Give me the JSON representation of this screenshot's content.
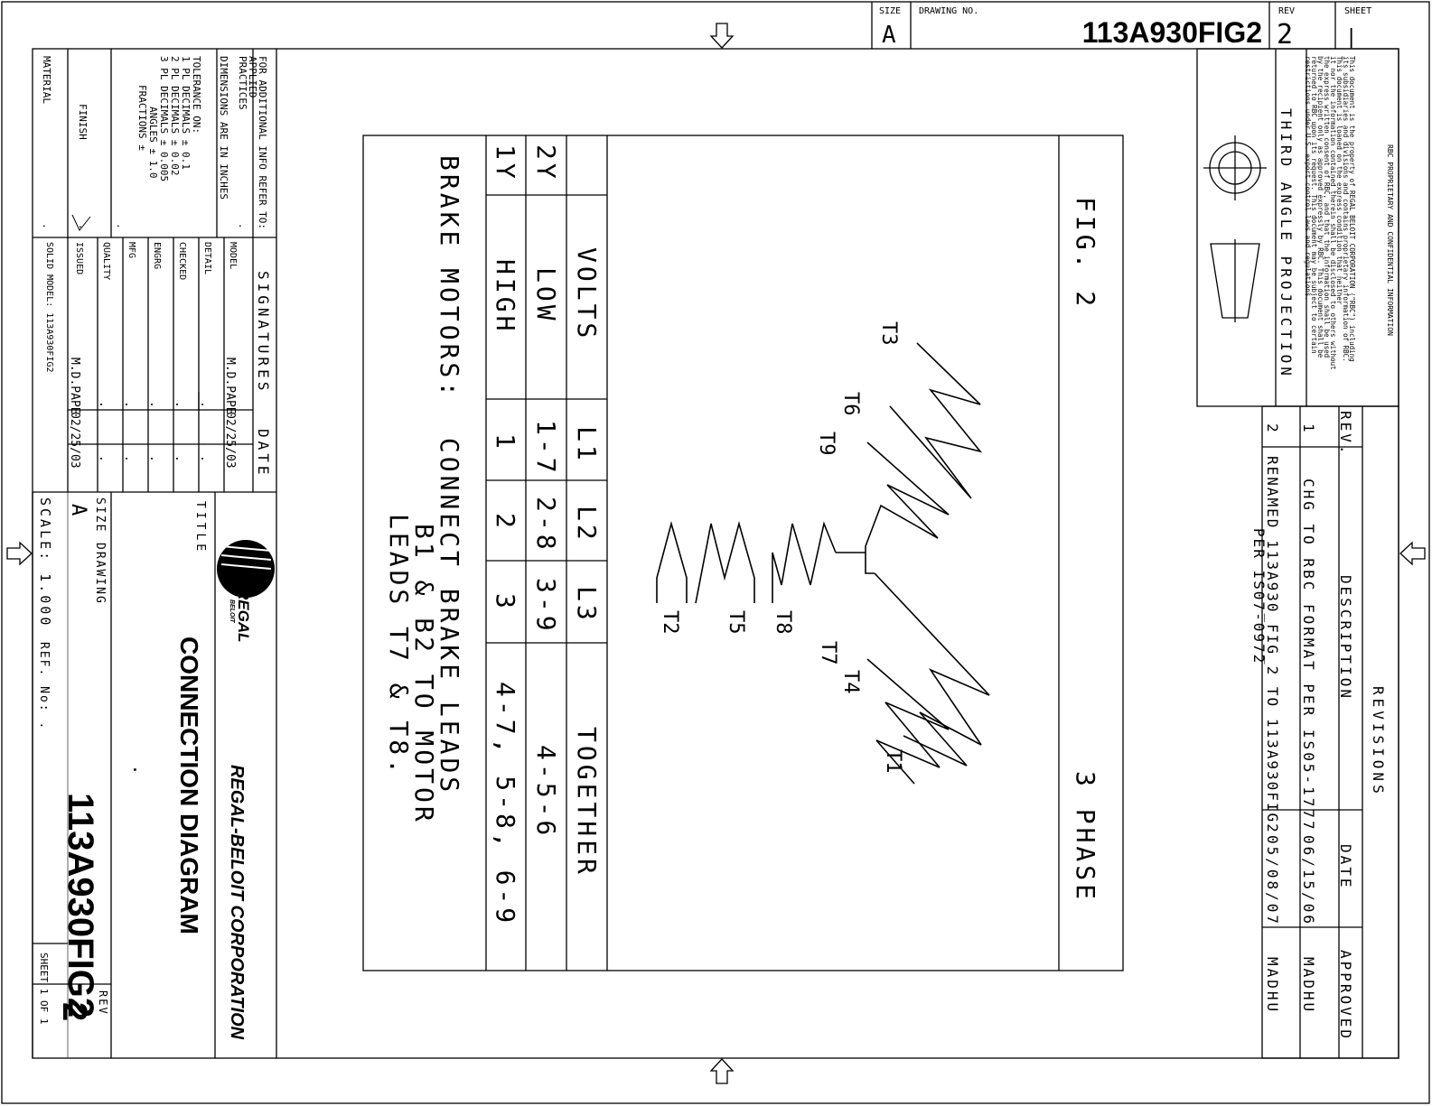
{
  "header": {
    "size_label": "SIZE",
    "size_value": "A",
    "drawing_no_label": "DRAWING NO.",
    "drawing_no": "113A930FIG2",
    "rev_label": "REV",
    "rev_value": "2",
    "sheet_label": "SHEET",
    "sheet_value": "|"
  },
  "proprietary": {
    "title": "RBC PROPRIETARY AND CONFIDENTIAL INFORMATION",
    "lines": [
      "This document is the property of REGAL BELOIT CORPORATION (\"RBC\") including",
      "its subsidiaries and divisions and contains proprietary information of RBC.",
      "This document is loaned on the express condition that neither",
      "it nor the information contained therein shall be disclosed to others without",
      "the express written consent of RBC, and that the information shall be used",
      "by the recipient only as approved expressly by RBC. This document shall be",
      "returned to RBC upon its request. This document may be subject to certain",
      "restrictions under U.S. export control laws and regulations."
    ],
    "projection": "THIRD ANGLE PROJECTION"
  },
  "revisions": {
    "title": "REVISIONS",
    "headers": [
      "REV.",
      "DESCRIPTION",
      "DATE",
      "APPROVED"
    ],
    "rows": [
      {
        "rev": "1",
        "desc": [
          "CHG TO RBC FORMAT PER IS05-1777"
        ],
        "date": "06/15/06",
        "approved": "MADHU"
      },
      {
        "rev": "2",
        "desc": [
          "RENAMED 113A930_FIG_2 TO 113A930FIG2",
          "PER IS07-0972"
        ],
        "date": "05/08/07",
        "approved": "MADHU"
      }
    ]
  },
  "diagram": {
    "fig_label": "FIG. 2",
    "phase_label": "3 PHASE",
    "terminals": [
      "T3",
      "T6",
      "T9",
      "T8",
      "T5",
      "T2",
      "T7",
      "T4",
      "T1"
    ]
  },
  "volts_table": {
    "headers": [
      "VOLTS",
      "L1",
      "L2",
      "L3",
      "TOGETHER"
    ],
    "rows": [
      {
        "code": "2Y",
        "volts": "LOW",
        "l1": "1-7",
        "l2": "2-8",
        "l3": "3-9",
        "together": "4-5-6"
      },
      {
        "code": "1Y",
        "volts": "HIGH",
        "l1": "1",
        "l2": "2",
        "l3": "3",
        "together": "4-7, 5-8, 6-9"
      }
    ]
  },
  "brake_note": [
    "BRAKE MOTORS:  CONNECT BRAKE LEADS",
    "B1 & B2 TO MOTOR",
    "LEADS T7 & T8."
  ],
  "title_block": {
    "info": [
      "FOR ADDITIONAL INFO REFER TO:",
      "APPLIED",
      "PRACTICES",
      "."
    ],
    "dims": "DIMENSIONS ARE IN INCHES",
    "tolerance": [
      "TOLERANCE ON:",
      "1 PL DECIMALS ± 0.1",
      "2 PL DECIMALS ± 0.02",
      "3 PL DECIMALS ± 0.005",
      "ANGLES ± 1.0",
      "FRACTIONS ±",
      "."
    ],
    "finish_label": "FINISH",
    "finish_value": ".",
    "material_label": "MATERIAL",
    "material_value": ".",
    "signatures_label": "SIGNATURES",
    "date_label": "DATE",
    "sig_rows": [
      {
        "role": "MODEL",
        "name": "M.D.PAPE",
        "date": "02/25/03"
      },
      {
        "role": "DETAIL",
        "name": ".",
        "date": "."
      },
      {
        "role": "CHECKED",
        "name": ".",
        "date": "."
      },
      {
        "role": "ENGRG",
        "name": ".",
        "date": "."
      },
      {
        "role": "MFG",
        "name": ".",
        "date": "."
      },
      {
        "role": "QUALITY",
        "name": ".",
        "date": "."
      },
      {
        "role": "ISSUED",
        "name": "M.D.PAPE",
        "date": "02/25/03"
      }
    ],
    "solid_model": "SOLID MODEL: 113A930FIG2",
    "title_label": "TITLE",
    "company": "REGAL-BELOIT CORPORATION",
    "logo_text": "REGAL",
    "logo_sub": "BELOIT",
    "drawing_title": "CONNECTION DIAGRAM",
    "drawing_title_line2": ".",
    "size_label": "SIZE",
    "size_value": "A",
    "drawing_label": "DRAWING",
    "drawing_number": "113A930FIG2",
    "rev_label": "REV",
    "rev_value": "2",
    "scale": "SCALE: 1.000",
    "ref": "REF. No: .",
    "sheet": "SHEET 1 OF 1"
  }
}
